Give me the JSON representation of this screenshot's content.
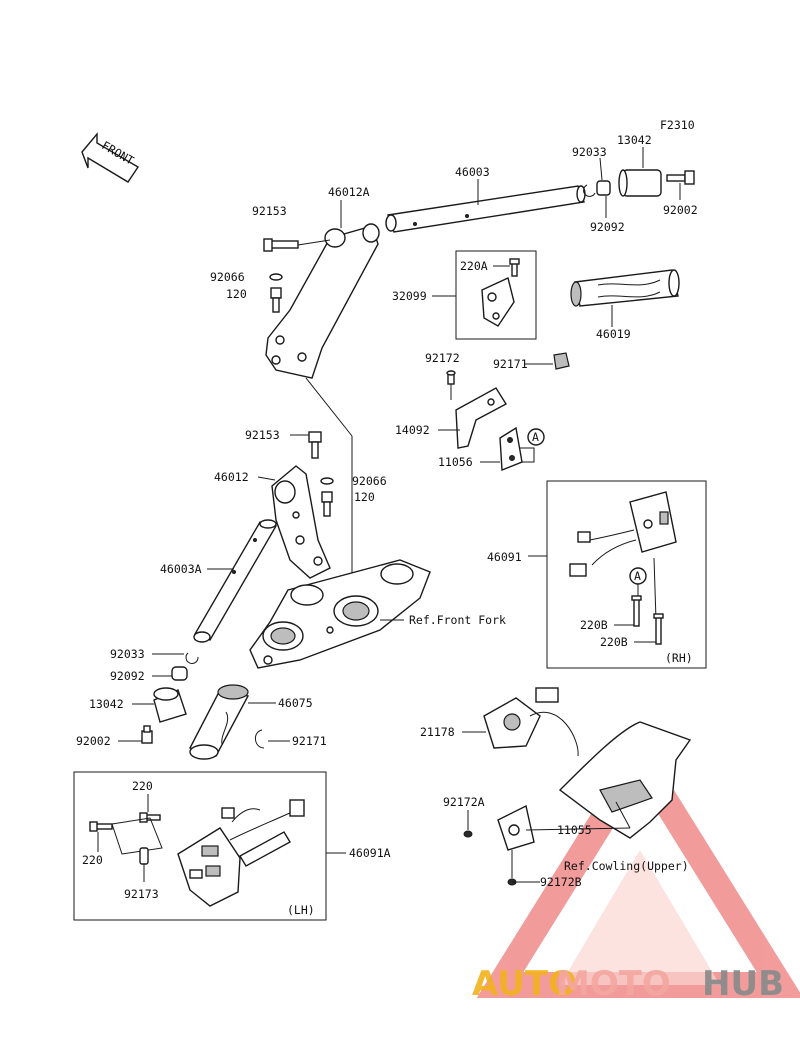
{
  "figure_code": "F2310",
  "front_marker": "FRONT",
  "labels": {
    "p46003": "46003",
    "p46012A": "46012A",
    "p92033_top": "92033",
    "p13042_top": "13042",
    "p92153_top": "92153",
    "p92002_top": "92002",
    "p92092_top": "92092",
    "p92066_top": "92066",
    "p120_top": "120",
    "p220A": "220A",
    "p32099": "32099",
    "p46019": "46019",
    "p92172": "92172",
    "p92171_top": "92171",
    "p14092": "14092",
    "p11056": "11056",
    "markA_1": "A",
    "p92153_mid": "92153",
    "p46012": "46012",
    "p92066_mid": "92066",
    "p120_mid": "120",
    "p46091": "46091",
    "markA_2": "A",
    "p46003A": "46003A",
    "ref_front_fork": "Ref.Front Fork",
    "p220B_1": "220B",
    "p220B_2": "220B",
    "rh": "(RH)",
    "p92033_bot": "92033",
    "p92092_bot": "92092",
    "p46075": "46075",
    "p13042_bot": "13042",
    "p92002_bot": "92002",
    "p92171_bot": "92171",
    "p21178": "21178",
    "p220_top": "220",
    "p92172A": "92172A",
    "p11055": "11055",
    "p220_left": "220",
    "p46091A": "46091A",
    "ref_cowling": "Ref.Cowling(Upper)",
    "p92173": "92173",
    "p92172B": "92172B",
    "lh": "(LH)"
  },
  "watermark": {
    "part1": "AUTO",
    "part2": "MOTO",
    "part3": "HUB",
    "color1": "#f2b21d",
    "color2": "#f4a7a0",
    "color3": "#8c8c8c",
    "triangle_color": "#e84a4a"
  }
}
